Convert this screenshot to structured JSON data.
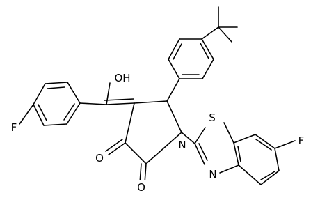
{
  "molecule": {
    "labels": {
      "hydroxyl": "OH",
      "fluoro_left": "F",
      "fluoro_right": "F",
      "oxo_left": "O",
      "oxo_right": "O",
      "ring_nitrogen": "N",
      "thiazole_sulfur": "S",
      "thiazole_nitrogen": "N"
    }
  }
}
